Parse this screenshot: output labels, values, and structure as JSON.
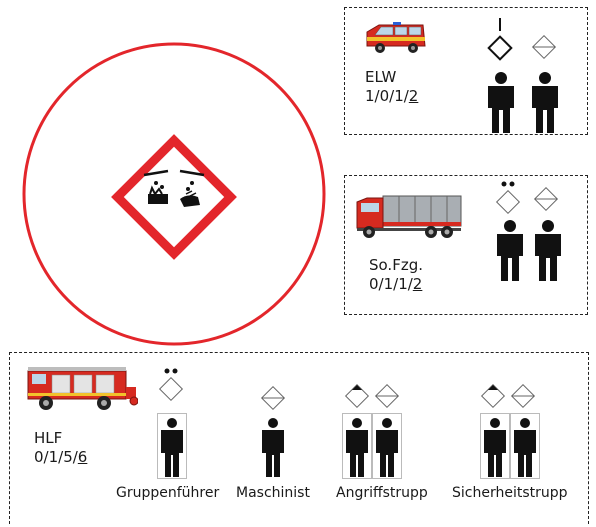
{
  "hazard": {
    "symbol": "corrosive-ghs05",
    "circle_color": "#e3262b",
    "diamond_color": "#e3262b"
  },
  "units": {
    "elw": {
      "name": "ELW",
      "strength_prefix": "1/0/1/",
      "strength_total": "2",
      "vehicle": "command-van-icon",
      "crew": [
        {
          "role": "leader",
          "marker": "leader-diamond-filled-line"
        },
        {
          "role": "member",
          "marker": "diamond-cross"
        }
      ]
    },
    "sofzg": {
      "name": "So.Fzg.",
      "strength_prefix": "0/1/1/",
      "strength_total": "2",
      "vehicle": "special-truck-icon",
      "crew": [
        {
          "role": "leader",
          "marker": "diamond-two-dots"
        },
        {
          "role": "member",
          "marker": "diamond-cross"
        }
      ]
    },
    "hlf": {
      "name": "HLF",
      "strength_prefix": "0/1/5/",
      "strength_total": "6",
      "vehicle": "fire-engine-icon",
      "roles": [
        {
          "label": "Gruppenführer",
          "marker": "diamond-two-dots",
          "persons": 1
        },
        {
          "label": "Maschinist",
          "marker": "diamond-cross",
          "persons": 1
        },
        {
          "label": "Angriffstrupp",
          "marker": "diamond-top-filled",
          "persons": 2
        },
        {
          "label": "Sicherheitstrupp",
          "marker": "diamond-top-filled",
          "persons": 2
        }
      ]
    }
  },
  "colors": {
    "vehicle_red": "#d62a20",
    "vehicle_yellow": "#f2c22b",
    "person": "#111111"
  }
}
